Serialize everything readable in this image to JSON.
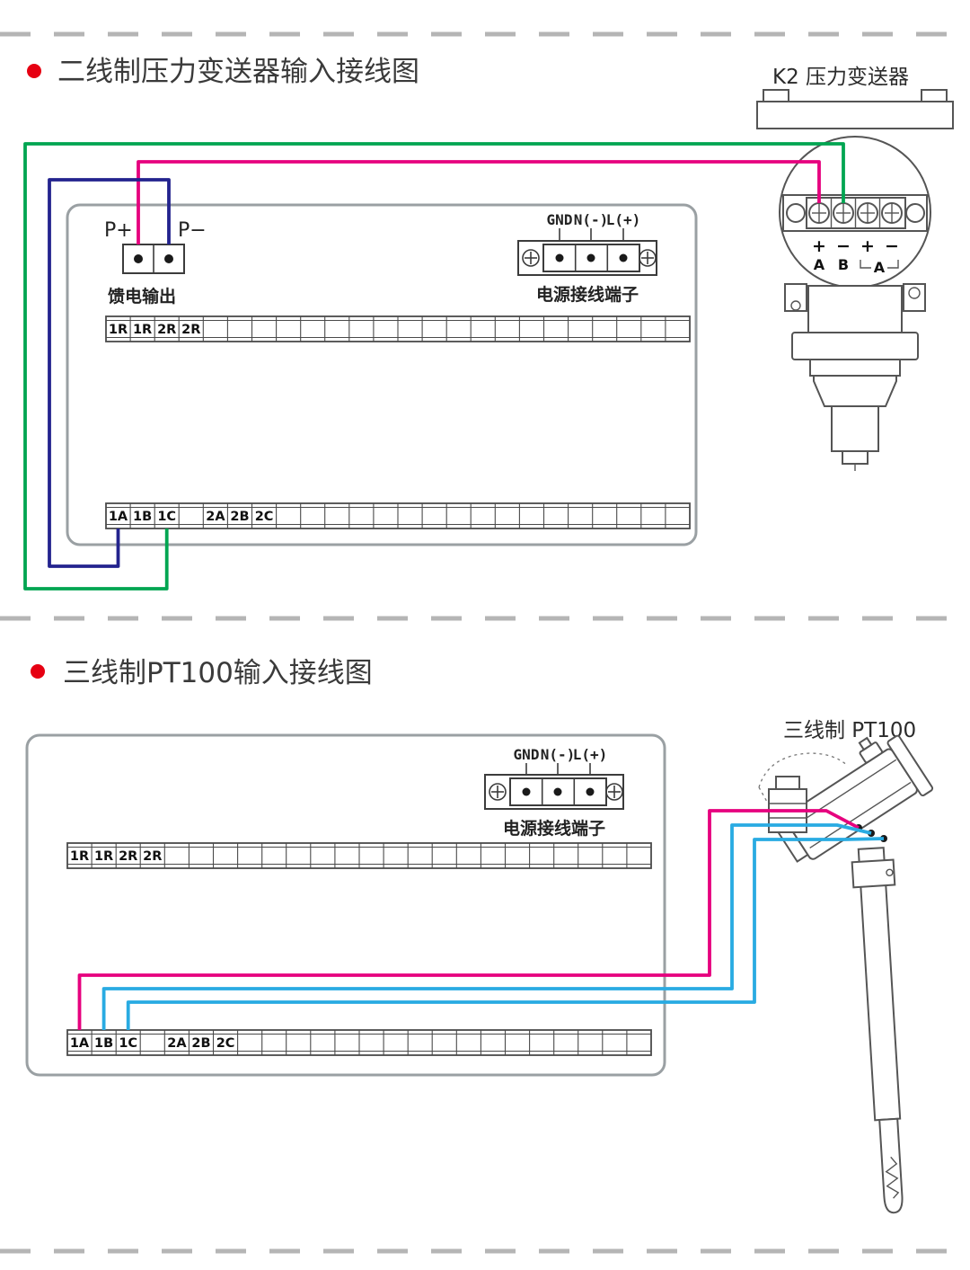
{
  "colors": {
    "magenta": "#e6007e",
    "green": "#00a551",
    "navy": "#23238e",
    "cyan": "#29abe2",
    "bullet": "#e60012"
  },
  "section1": {
    "title": "二线制压力变送器输入接线图",
    "transmitter_label": "K2 压力变送器",
    "p_plus": "P+",
    "p_minus": "P−",
    "feed_output": "馈电输出",
    "power": {
      "gnd": "GND",
      "n": "N(-)",
      "l": "L(+)",
      "label": "电源接线端子"
    },
    "rail_top": [
      "1R",
      "1R",
      "2R",
      "2R"
    ],
    "rail_bottom": [
      "1A",
      "1B",
      "1C",
      "2A",
      "2B",
      "2C"
    ],
    "transmitter": {
      "signs": [
        "+",
        "−",
        "+",
        "−"
      ],
      "ch1a": "A",
      "ch1b": "B",
      "ch2": "A"
    }
  },
  "section2": {
    "title": "三线制PT100输入接线图",
    "probe_label": "三线制 PT100",
    "power": {
      "gnd": "GND",
      "n": "N(-)",
      "l": "L(+)",
      "label": "电源接线端子"
    },
    "rail_top": [
      "1R",
      "1R",
      "2R",
      "2R"
    ],
    "rail_bottom": [
      "1A",
      "1B",
      "1C",
      "2A",
      "2B",
      "2C"
    ]
  }
}
